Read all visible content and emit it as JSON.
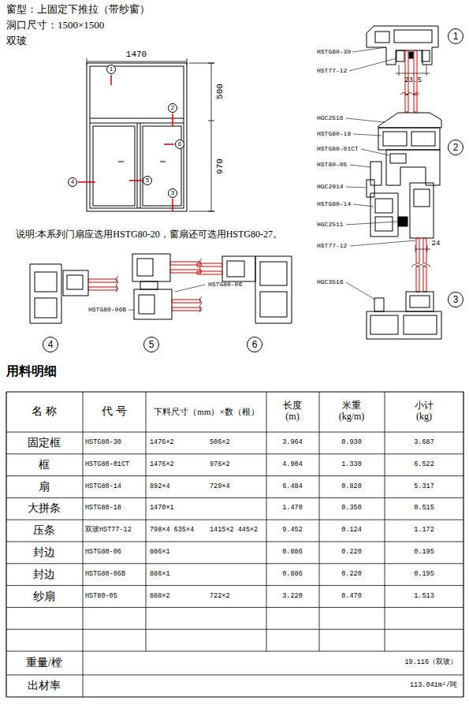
{
  "diagram": {
    "title": "用料明细",
    "nodes": [
      {
        "text": [
          "1"
        ]
      },
      {
        "text": [
          "2"
        ]
      },
      {
        "text": [
          "6"
        ]
      },
      {
        "text": [
          "4"
        ]
      },
      {
        "text": [
          "5"
        ]
      },
      {
        "text": [
          "3"
        ]
      },
      {
        "text": [
          "1"
        ]
      },
      {
        "text": [
          "2"
        ]
      },
      {
        "text": [
          "3"
        ]
      },
      {
        "text": [
          "4"
        ]
      },
      {
        "text": [
          "5"
        ]
      },
      {
        "text": [
          "6"
        ]
      }
    ],
    "labels": [
      "窗型：上固定下推拉（带纱窗）",
      "洞口尺寸：1500×1500",
      "双玻",
      "1470",
      "500",
      "970",
      "说明:本系列门扇应选用HSTG80-20，窗扇还可选用HSTG80-27。",
      "HSTG80-30",
      "HST77-12",
      "23.5",
      "HGC2516",
      "HSTG80-18",
      "HSTG80-01CT",
      "HST80-05",
      "HGC2014",
      "HSTG80-14",
      "HGC2511",
      "HST77-12",
      "24",
      "HGC3516",
      "HSTG80-06",
      "HSTG80-06B",
      "名 称",
      "代 号",
      "下料尺寸（mm）×数（根）",
      "长度 (m)",
      "米重 (kg/m)",
      "小计 (kg)",
      "固定框",
      "HSTG80-30",
      "1476×2",
      "506×2",
      "3.964",
      "0.930",
      "3.687",
      "框",
      "HSTG80-01CT",
      "1476×2",
      "976×2",
      "4.904",
      "1.330",
      "6.522",
      "扇",
      "HSTG80-14",
      "892×4",
      "729×4",
      "6.484",
      "0.820",
      "5.317",
      "大拼条",
      "HSTG80-18",
      "1470×1",
      "1.470",
      "0.350",
      "0.515",
      "压条",
      "双玻HST77-12",
      "798×4 635×4",
      "1415×2 445×2",
      "9.452",
      "0.124",
      "1.172",
      "封边",
      "HSTG80-06",
      "886×1",
      "0.886",
      "0.220",
      "0.195",
      "封边",
      "HSTG80-06B",
      "886×1",
      "0.886",
      "0.220",
      "0.195",
      "纱扇",
      "HST80-05",
      "888×2",
      "722×2",
      "3.220",
      "0.470",
      "1.513",
      "重量/樘",
      "19.116（双玻）",
      "出材率",
      "113.041m²/吨"
    ]
  }
}
